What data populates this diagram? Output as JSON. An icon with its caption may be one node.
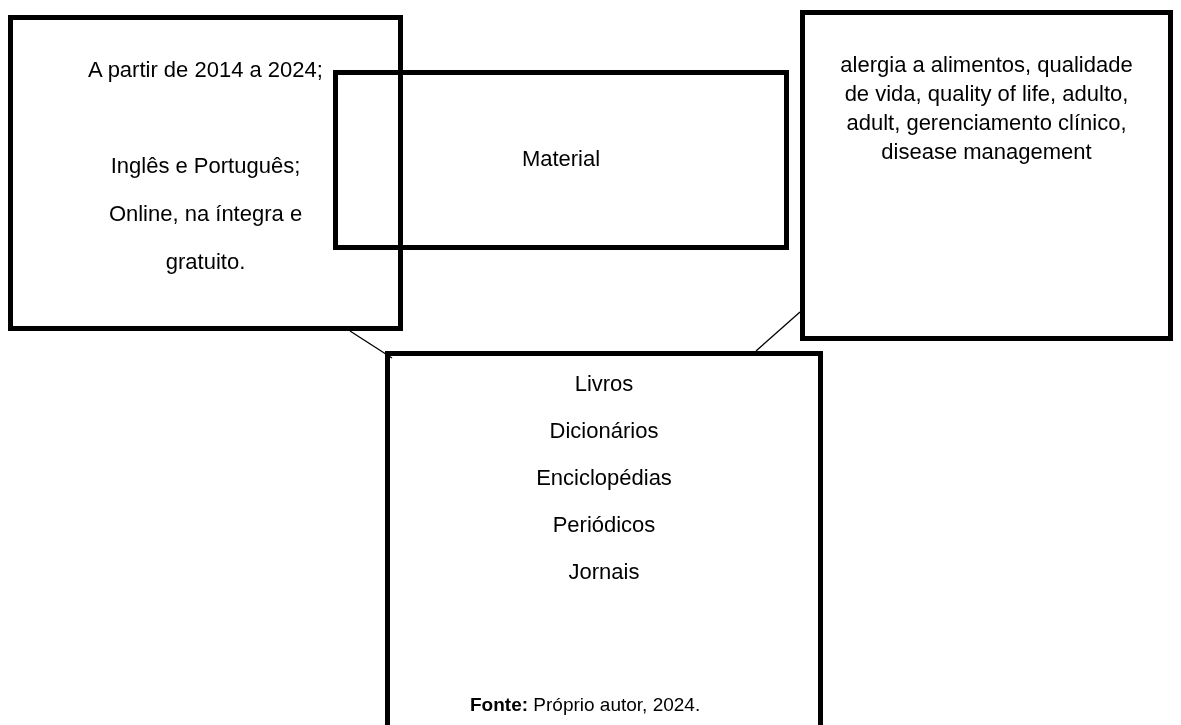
{
  "diagram": {
    "caption": "**Fonte:** Próprio autor, 2024.",
    "nodes": [
      {
        "text": [
          "A partir de 2014 a 2024;",
          "Inglês e Português;",
          "Online, na íntegra e gratuito."
        ]
      },
      {
        "text": [
          "Material"
        ]
      },
      {
        "text": [
          "alergia a alimentos, qualidade de vida, quality of life, adulto, adult, gerenciamento clínico, disease management"
        ]
      },
      {
        "text": [
          "Livros",
          "Dicionários",
          "Enciclopédias",
          "Periódicos",
          "Jornais"
        ]
      }
    ],
    "edges": [
      {
        "from": 0,
        "to": 3,
        "arrow": "none"
      },
      {
        "from": 2,
        "to": 3,
        "arrow": "none"
      }
    ]
  }
}
